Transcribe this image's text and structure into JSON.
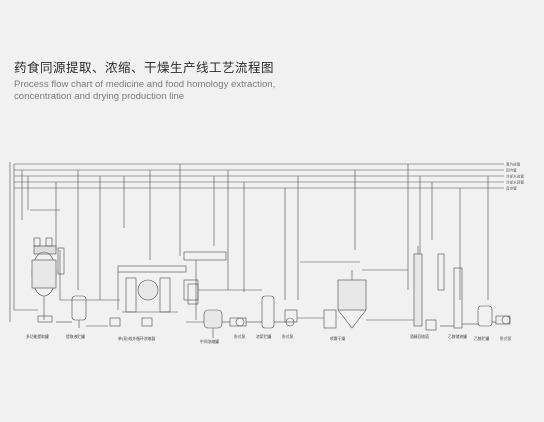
{
  "title_zh": "药食同源提取、浓缩、干燥生产线工艺流程图",
  "title_en_line1": "Process flow chart of medicine and food homology extraction,",
  "title_en_line2": "concentration and drying production line",
  "legend": [
    "蒸汽进管",
    "回汽管",
    "冷却水进管",
    "冷却水回管",
    "真空管"
  ],
  "equipment": [
    {
      "id": "eq1",
      "label": "多功能提取罐"
    },
    {
      "id": "eq2",
      "label": "提取液贮罐"
    },
    {
      "id": "eq3",
      "label": "单(双)效外循环浓缩器"
    },
    {
      "id": "eq4",
      "label": "中间浓缩罐"
    },
    {
      "id": "eq5",
      "label": "卧式泵"
    },
    {
      "id": "eq6",
      "label": "浓浆贮罐"
    },
    {
      "id": "eq7",
      "label": "卧式泵"
    },
    {
      "id": "eq8",
      "label": "喷雾干燥"
    },
    {
      "id": "eq9",
      "label": "酒精回收塔"
    },
    {
      "id": "eq10",
      "label": "乙醇储液罐"
    },
    {
      "id": "eq11",
      "label": "乙醇贮罐"
    },
    {
      "id": "eq12",
      "label": "卧式泵"
    }
  ]
}
